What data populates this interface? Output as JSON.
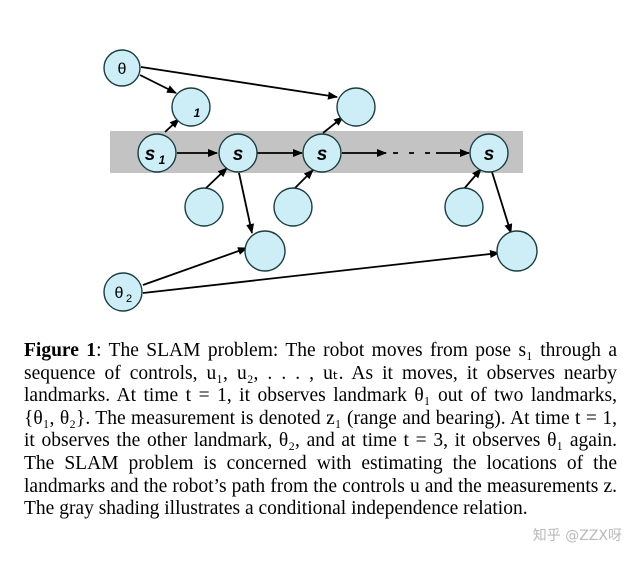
{
  "figure": {
    "nodes": {
      "theta1": "θ",
      "theta2_base": "θ",
      "theta2_sub": "2",
      "z1_sub": "1",
      "s1_base": "s",
      "s1_sub": "1",
      "s2": "s",
      "s3": "s",
      "st": "s"
    }
  },
  "caption": {
    "label": "Figure 1",
    "text": ": The SLAM problem: The robot moves from pose s₁ through a sequence of controls, u₁, u₂, . . . , uₜ. As it moves, it observes nearby landmarks. At time t = 1, it observes landmark θ₁ out of two landmarks, {θ₁, θ₂}. The measurement is denoted z₁ (range and bearing). At time t = 1, it observes the other landmark, θ₂, and at time t = 3, it observes θ₁ again. The SLAM problem is concerned with estimating the locations of the landmarks and the robot’s path from the controls u and the measurements z. The gray shading illustrates a conditional independence relation."
  },
  "watermark": "知乎 @ZZX呀"
}
